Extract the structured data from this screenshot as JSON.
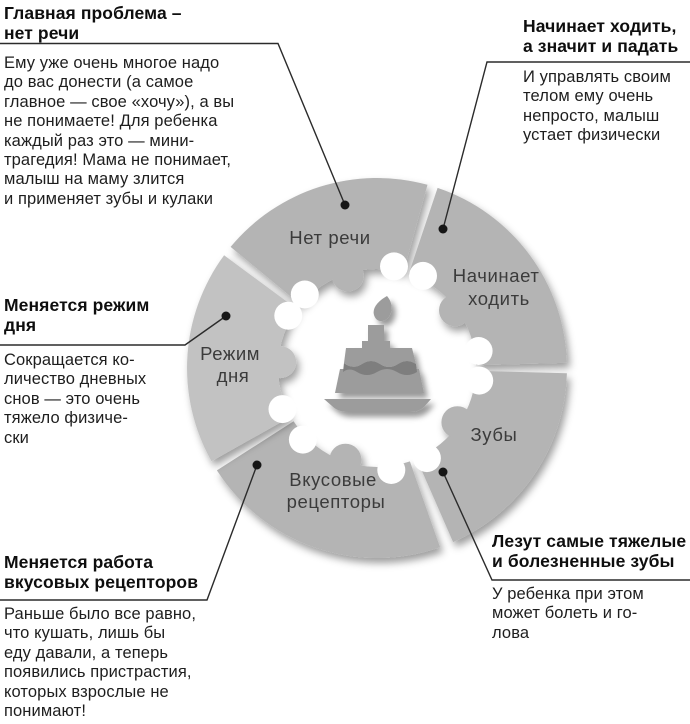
{
  "diagram": {
    "title_implicit": "",
    "center_icon": "birthday-cake-icon",
    "wheel": {
      "segments": [
        {
          "id": "no-speech",
          "label_line1": "Нет речи",
          "label_line2": ""
        },
        {
          "id": "walking",
          "label_line1": "Начинает",
          "label_line2": "ходить"
        },
        {
          "id": "teeth",
          "label_line1": "Зубы",
          "label_line2": ""
        },
        {
          "id": "taste",
          "label_line1": "Вкусовые",
          "label_line2": "рецепторы"
        },
        {
          "id": "routine",
          "label_line1": "Режим",
          "label_line2": "дня"
        }
      ]
    },
    "callouts": {
      "no_speech": {
        "title": [
          "Главная проблема –",
          "нет речи"
        ],
        "body": [
          "Ему уже очень многое надо",
          "до вас донести (а самое",
          "главное — свое «хочу»), а вы",
          "не понимаете! Для ребенка",
          "каждый раз это — мини-",
          "трагедия! Мама не понимает,",
          "малыш на маму злится",
          "и применяет зубы и кулаки"
        ]
      },
      "walking": {
        "title": [
          "Начинает ходить,",
          "а значит и падать"
        ],
        "body": [
          "И управлять своим",
          "телом ему очень",
          "непросто, малыш",
          "устает физически"
        ]
      },
      "routine": {
        "title": [
          "Меняется режим",
          "дня"
        ],
        "body": [
          "Сокращается ко-",
          "личество дневных",
          "снов — это очень",
          "тяжело физиче-",
          "ски"
        ]
      },
      "taste": {
        "title": [
          "Меняется работа",
          "вкусовых рецепторов"
        ],
        "body": [
          "Раньше было все равно,",
          "что кушать, лишь бы",
          "еду давали, а теперь",
          "появились пристрастия,",
          "которых взрослые не",
          "понимают!"
        ]
      },
      "teeth": {
        "title": [
          "Лезут самые тяжелые",
          "и болезненные зубы"
        ],
        "body": [
          "У ребенка при этом",
          "может болеть и го-",
          "лова"
        ]
      }
    },
    "colors": {
      "segment_fill": "#b4b4b4",
      "segment_fill_light": "#c2c2c2",
      "segment_label": "#3b3b3b",
      "icon_fill": "#9c9c9c",
      "icon_wave_shadow": "#7e7e7e",
      "line": "#2b2b2b",
      "dot": "#161616",
      "heading_text": "#0e0e0e",
      "body_text": "#1e1e1e",
      "background": "#ffffff"
    }
  }
}
